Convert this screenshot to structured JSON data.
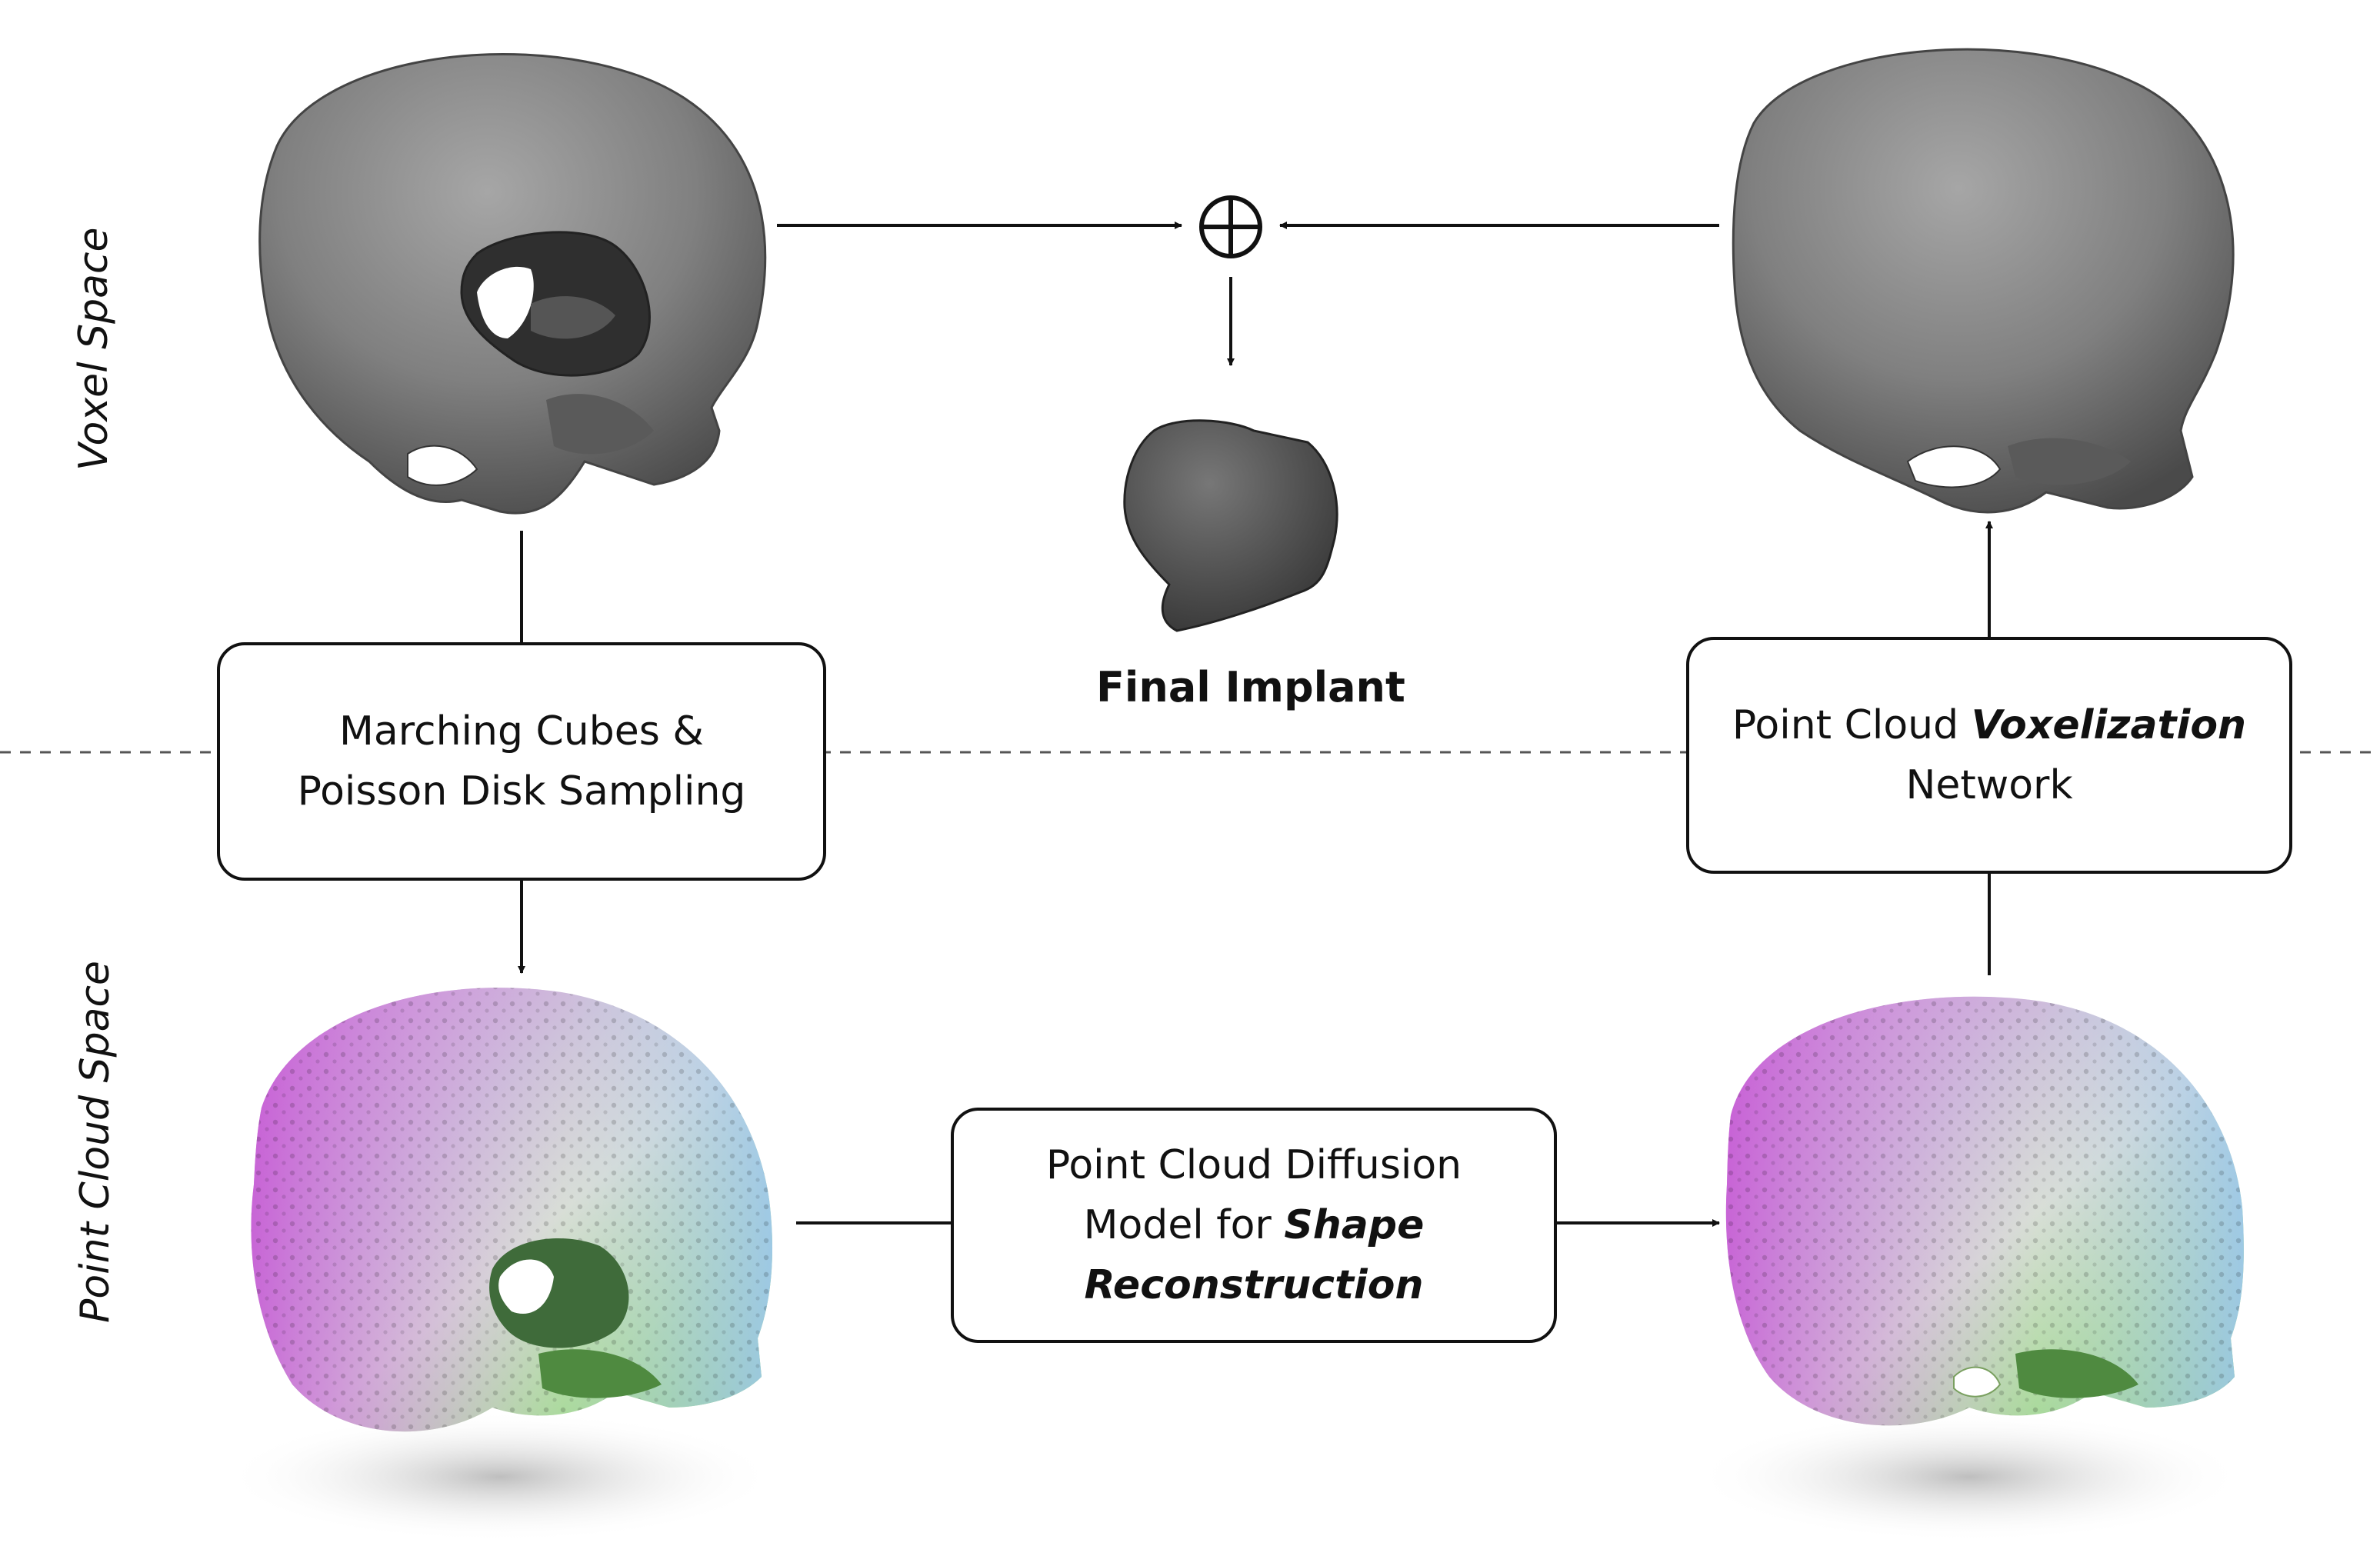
{
  "labels": {
    "voxel_space": "Voxel Space",
    "point_cloud_space": "Point Cloud Space",
    "final_implant": "Final Implant",
    "combine_symbol": "⊕"
  },
  "boxes": {
    "marching": {
      "line1": "Marching Cubes &",
      "line2": "Poisson Disk Sampling"
    },
    "voxelization": {
      "line1_prefix": "Point Cloud ",
      "line1_em": "Voxelization",
      "line2": "Network"
    },
    "diffusion": {
      "line1": "Point Cloud Diffusion",
      "line2_prefix": "Model for ",
      "line2_em": "Shape",
      "line3_em": "Reconstruction"
    }
  },
  "colors": {
    "skull_gray": "#7d7d7d",
    "point_magenta": "#c85ed6",
    "point_blue": "#9fc7f0",
    "point_green": "#6ed060",
    "point_yellow": "#e3d86a"
  }
}
